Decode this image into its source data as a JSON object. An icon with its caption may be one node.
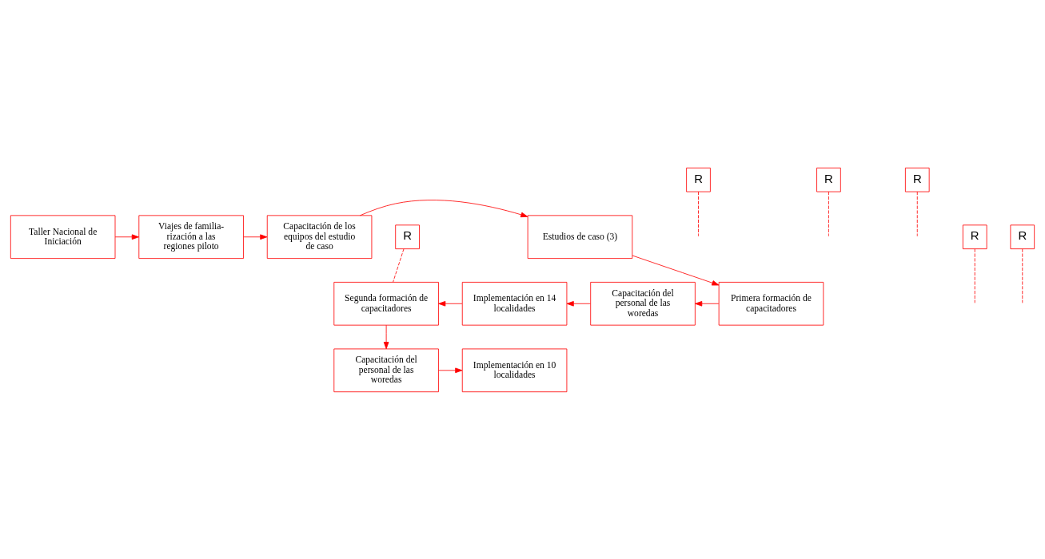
{
  "diagram": {
    "nodes": [
      {
        "text": [
          "Taller Nacional de Iniciación"
        ]
      },
      {
        "text": [
          "R"
        ]
      },
      {
        "text": [
          "Viajes de familia- rización a las regiones piloto"
        ]
      },
      {
        "text": [
          "R"
        ]
      },
      {
        "text": [
          "Capacitación de los equipos del estudio de caso"
        ]
      },
      {
        "text": [
          "Estudios de caso (3)"
        ]
      },
      {
        "text": [
          "R"
        ]
      },
      {
        "text": [
          "Primera formación de capacitadores"
        ]
      },
      {
        "text": [
          "Capacitación del personal de las woredas"
        ]
      },
      {
        "text": [
          "R"
        ]
      },
      {
        "text": [
          "Implementación en 14 localidades"
        ]
      },
      {
        "text": [
          "R"
        ]
      },
      {
        "text": [
          "Segunda formación de capacitadores"
        ]
      },
      {
        "text": [
          "R"
        ]
      },
      {
        "text": [
          "Capacitación del personal de las woredas"
        ]
      },
      {
        "text": [
          "Implementación en 10 localidades"
        ]
      }
    ],
    "edges": [
      {
        "from": 0,
        "to": 2,
        "arrow": "to"
      },
      {
        "from": 1,
        "to": null,
        "arrow": "none",
        "style": "dashed"
      },
      {
        "from": 2,
        "to": 4,
        "arrow": "to"
      },
      {
        "from": 3,
        "to": null,
        "arrow": "none",
        "style": "dashed"
      },
      {
        "from": 4,
        "to": 5,
        "arrow": "to"
      },
      {
        "from": 5,
        "to": 7,
        "arrow": "to"
      },
      {
        "from": 6,
        "to": null,
        "arrow": "none",
        "style": "dashed"
      },
      {
        "from": 7,
        "to": 8,
        "arrow": "to"
      },
      {
        "from": 8,
        "to": 10,
        "arrow": "to"
      },
      {
        "from": 9,
        "to": null,
        "arrow": "none",
        "style": "dashed"
      },
      {
        "from": 10,
        "to": 12,
        "arrow": "to"
      },
      {
        "from": 11,
        "to": null,
        "arrow": "none",
        "style": "dashed"
      },
      {
        "from": 13,
        "to": 12,
        "arrow": "none",
        "style": "dashed"
      },
      {
        "from": 12,
        "to": 14,
        "arrow": "to"
      },
      {
        "from": 14,
        "to": 15,
        "arrow": "to"
      }
    ]
  }
}
